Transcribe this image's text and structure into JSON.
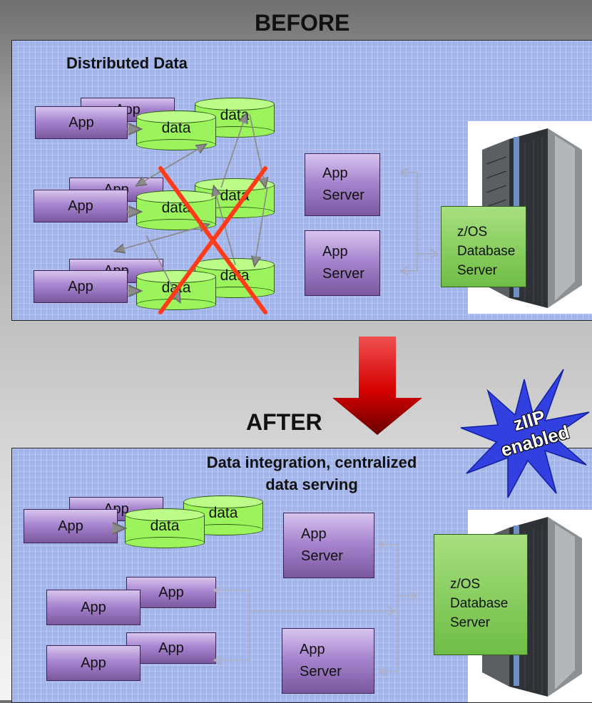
{
  "before": {
    "heading": "BEFORE",
    "panel_title": "Distributed Data",
    "app_label": "App",
    "data_label": "data",
    "app_server_label": "App\nServer",
    "zos_label": "z/OS\nDatabase\nServer"
  },
  "after": {
    "heading": "AFTER",
    "panel_title": "Data integration, centralized\ndata serving",
    "app_label": "App",
    "data_label": "data",
    "app_server_label": "App\nServer",
    "zos_label": "z/OS\nDatabase\nServer"
  },
  "badge": {
    "text": "zIIP\nenabled"
  },
  "colors": {
    "panel_bg": "#a3b4e8",
    "app_box": "#9b7cc4",
    "data_cylinder": "#9cf45c",
    "zos_box": "#86cc5c",
    "cross_mark": "#ff3b1a",
    "down_arrow": "#c40000",
    "badge_star": "#3340e0"
  },
  "icons": [
    "mainframe-icon",
    "red-x-icon",
    "down-arrow-icon",
    "star-badge-icon"
  ]
}
